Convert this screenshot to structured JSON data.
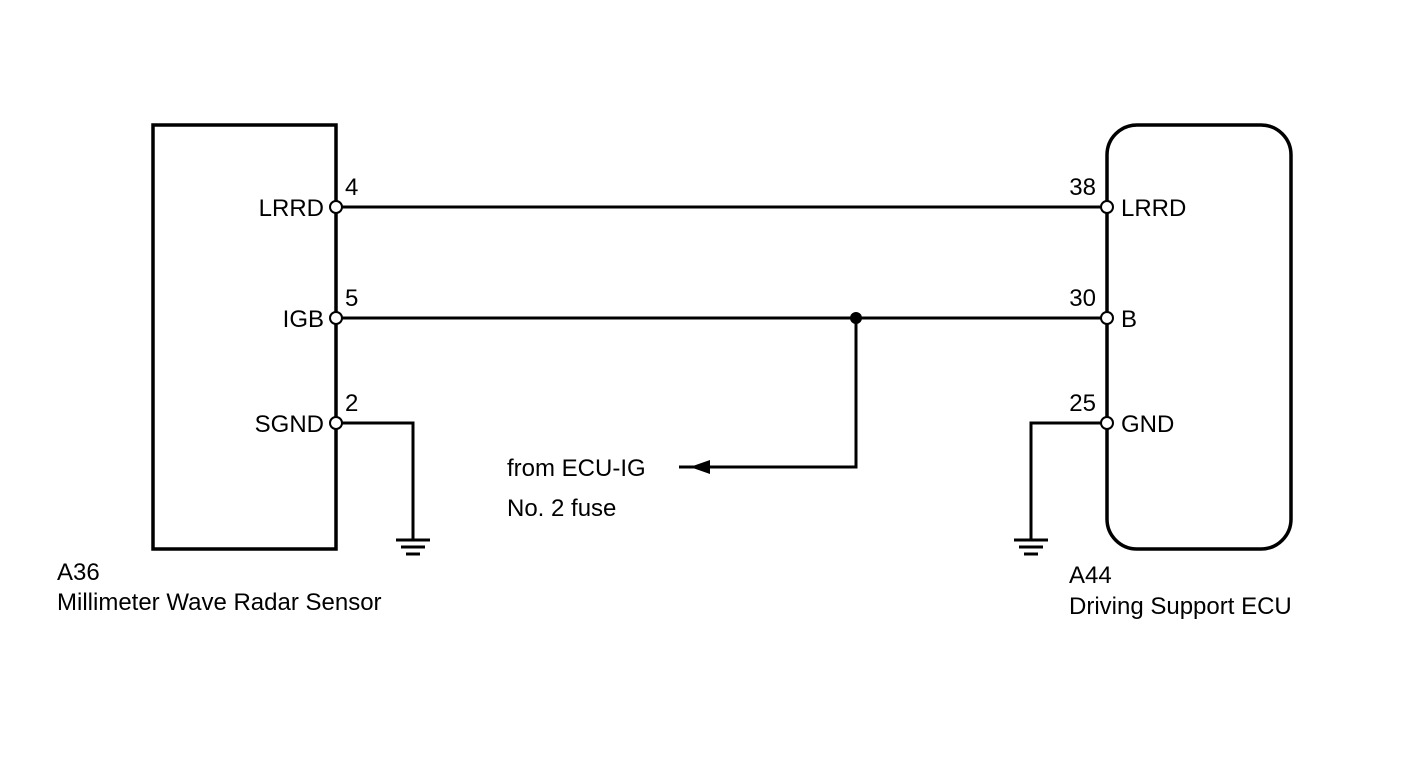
{
  "left_component": {
    "id": "A36",
    "name": "Millimeter Wave Radar Sensor",
    "pins": [
      {
        "signal": "LRRD",
        "number": "4"
      },
      {
        "signal": "IGB",
        "number": "5"
      },
      {
        "signal": "SGND",
        "number": "2"
      }
    ]
  },
  "right_component": {
    "id": "A44",
    "name": "Driving Support ECU",
    "pins": [
      {
        "signal": "LRRD",
        "number": "38"
      },
      {
        "signal": "B",
        "number": "30"
      },
      {
        "signal": "GND",
        "number": "25"
      }
    ]
  },
  "power_source": {
    "line1": "from ECU-IG",
    "line2": "No. 2 fuse"
  },
  "colors": {
    "line": "#000000",
    "background": "#ffffff"
  }
}
